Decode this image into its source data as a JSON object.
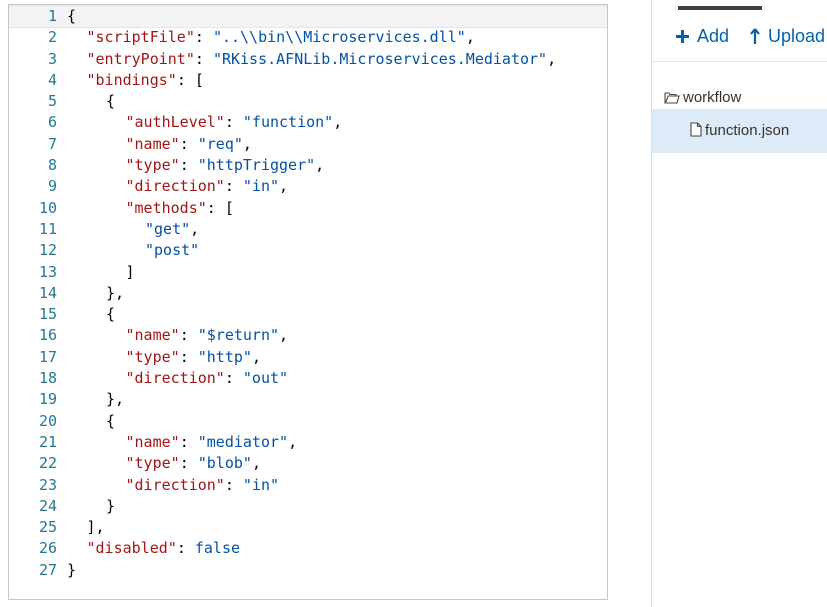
{
  "editor": {
    "lines": [
      {
        "n": "1",
        "indent": 0,
        "tokens": [
          {
            "t": "{",
            "c": "p"
          }
        ]
      },
      {
        "n": "2",
        "indent": 1,
        "tokens": [
          {
            "t": "\"scriptFile\"",
            "c": "k"
          },
          {
            "t": ": ",
            "c": "p"
          },
          {
            "t": "\"..\\\\bin\\\\Microservices.dll\"",
            "c": "s"
          },
          {
            "t": ",",
            "c": "p"
          }
        ]
      },
      {
        "n": "3",
        "indent": 1,
        "tokens": [
          {
            "t": "\"entryPoint\"",
            "c": "k"
          },
          {
            "t": ": ",
            "c": "p"
          },
          {
            "t": "\"RKiss.AFNLib.Microservices.Mediator\"",
            "c": "s"
          },
          {
            "t": ",",
            "c": "p"
          }
        ]
      },
      {
        "n": "4",
        "indent": 1,
        "tokens": [
          {
            "t": "\"bindings\"",
            "c": "k"
          },
          {
            "t": ": [",
            "c": "p"
          }
        ]
      },
      {
        "n": "5",
        "indent": 2,
        "tokens": [
          {
            "t": "{",
            "c": "p"
          }
        ]
      },
      {
        "n": "6",
        "indent": 3,
        "tokens": [
          {
            "t": "\"authLevel\"",
            "c": "k"
          },
          {
            "t": ": ",
            "c": "p"
          },
          {
            "t": "\"function\"",
            "c": "s"
          },
          {
            "t": ",",
            "c": "p"
          }
        ]
      },
      {
        "n": "7",
        "indent": 3,
        "tokens": [
          {
            "t": "\"name\"",
            "c": "k"
          },
          {
            "t": ": ",
            "c": "p"
          },
          {
            "t": "\"req\"",
            "c": "s"
          },
          {
            "t": ",",
            "c": "p"
          }
        ]
      },
      {
        "n": "8",
        "indent": 3,
        "tokens": [
          {
            "t": "\"type\"",
            "c": "k"
          },
          {
            "t": ": ",
            "c": "p"
          },
          {
            "t": "\"httpTrigger\"",
            "c": "s"
          },
          {
            "t": ",",
            "c": "p"
          }
        ]
      },
      {
        "n": "9",
        "indent": 3,
        "tokens": [
          {
            "t": "\"direction\"",
            "c": "k"
          },
          {
            "t": ": ",
            "c": "p"
          },
          {
            "t": "\"in\"",
            "c": "s"
          },
          {
            "t": ",",
            "c": "p"
          }
        ]
      },
      {
        "n": "10",
        "indent": 3,
        "tokens": [
          {
            "t": "\"methods\"",
            "c": "k"
          },
          {
            "t": ": [",
            "c": "p"
          }
        ]
      },
      {
        "n": "11",
        "indent": 4,
        "tokens": [
          {
            "t": "\"get\"",
            "c": "s"
          },
          {
            "t": ",",
            "c": "p"
          }
        ]
      },
      {
        "n": "12",
        "indent": 4,
        "tokens": [
          {
            "t": "\"post\"",
            "c": "s"
          }
        ]
      },
      {
        "n": "13",
        "indent": 3,
        "tokens": [
          {
            "t": "]",
            "c": "p"
          }
        ]
      },
      {
        "n": "14",
        "indent": 2,
        "tokens": [
          {
            "t": "},",
            "c": "p"
          }
        ]
      },
      {
        "n": "15",
        "indent": 2,
        "tokens": [
          {
            "t": "{",
            "c": "p"
          }
        ]
      },
      {
        "n": "16",
        "indent": 3,
        "tokens": [
          {
            "t": "\"name\"",
            "c": "k"
          },
          {
            "t": ": ",
            "c": "p"
          },
          {
            "t": "\"$return\"",
            "c": "s"
          },
          {
            "t": ",",
            "c": "p"
          }
        ]
      },
      {
        "n": "17",
        "indent": 3,
        "tokens": [
          {
            "t": "\"type\"",
            "c": "k"
          },
          {
            "t": ": ",
            "c": "p"
          },
          {
            "t": "\"http\"",
            "c": "s"
          },
          {
            "t": ",",
            "c": "p"
          }
        ]
      },
      {
        "n": "18",
        "indent": 3,
        "tokens": [
          {
            "t": "\"direction\"",
            "c": "k"
          },
          {
            "t": ": ",
            "c": "p"
          },
          {
            "t": "\"out\"",
            "c": "s"
          }
        ]
      },
      {
        "n": "19",
        "indent": 2,
        "tokens": [
          {
            "t": "},",
            "c": "p"
          }
        ]
      },
      {
        "n": "20",
        "indent": 2,
        "tokens": [
          {
            "t": "{",
            "c": "p"
          }
        ]
      },
      {
        "n": "21",
        "indent": 3,
        "tokens": [
          {
            "t": "\"name\"",
            "c": "k"
          },
          {
            "t": ": ",
            "c": "p"
          },
          {
            "t": "\"mediator\"",
            "c": "s"
          },
          {
            "t": ",",
            "c": "p"
          }
        ]
      },
      {
        "n": "22",
        "indent": 3,
        "tokens": [
          {
            "t": "\"type\"",
            "c": "k"
          },
          {
            "t": ": ",
            "c": "p"
          },
          {
            "t": "\"blob\"",
            "c": "s"
          },
          {
            "t": ",",
            "c": "p"
          }
        ]
      },
      {
        "n": "23",
        "indent": 3,
        "tokens": [
          {
            "t": "\"direction\"",
            "c": "k"
          },
          {
            "t": ": ",
            "c": "p"
          },
          {
            "t": "\"in\"",
            "c": "s"
          }
        ]
      },
      {
        "n": "24",
        "indent": 2,
        "tokens": [
          {
            "t": "}",
            "c": "p"
          }
        ]
      },
      {
        "n": "25",
        "indent": 1,
        "tokens": [
          {
            "t": "],",
            "c": "p"
          }
        ]
      },
      {
        "n": "26",
        "indent": 1,
        "tokens": [
          {
            "t": "\"disabled\"",
            "c": "k"
          },
          {
            "t": ": ",
            "c": "p"
          },
          {
            "t": "false",
            "c": "kw"
          }
        ]
      },
      {
        "n": "27",
        "indent": 0,
        "tokens": [
          {
            "t": "}",
            "c": "p"
          }
        ]
      }
    ],
    "colors": {
      "key": "#a31515",
      "string": "#0451a5",
      "line_number": "#237893"
    }
  },
  "panel": {
    "add_label": "Add",
    "upload_label": "Upload",
    "folder_label": "workflow",
    "file_label": "function.json",
    "accent_color": "#0062ad"
  }
}
